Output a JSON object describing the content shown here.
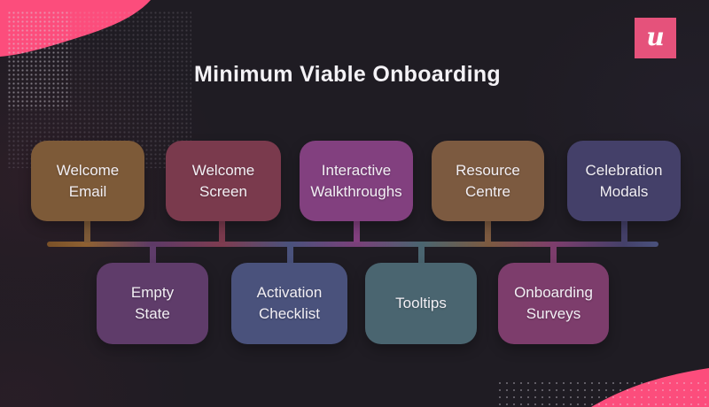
{
  "header": {
    "title": "Minimum Viable Onboarding",
    "logo_letter": "u",
    "logo_bg": "#e5527b"
  },
  "decor": {
    "blob_color": "#fc4d7c",
    "background_color": "#1f1c23"
  },
  "timeline": {
    "bar_gradient": "linear-gradient(90deg,#7a5128 0%,#8f6132 6.5%,#5d3a67 17.2%,#7e3c50 28.6%,#4a527c 39.7%,#7a4079 50.6%,#4a6570 61.2%,#7c5a40 72.2%,#7d3d6c 82.9%,#444069 94.3%,#4a527d 100%)",
    "top_row": [
      {
        "label": "Welcome\nEmail",
        "color": "#7d5a38"
      },
      {
        "label": "Welcome\nScreen",
        "color": "#7a3a4d"
      },
      {
        "label": "Interactive\nWalkthroughs",
        "color": "#82407f"
      },
      {
        "label": "Resource\nCentre",
        "color": "#7c5a40"
      },
      {
        "label": "Celebration\nModals",
        "color": "#444069"
      }
    ],
    "bottom_row": [
      {
        "label": "Empty\nState",
        "color": "#5f3c6a"
      },
      {
        "label": "Activation\nChecklist",
        "color": "#4a527c"
      },
      {
        "label": "Tooltips",
        "color": "#4a6570"
      },
      {
        "label": "Onboarding\nSurveys",
        "color": "#7d3d6c"
      }
    ]
  }
}
